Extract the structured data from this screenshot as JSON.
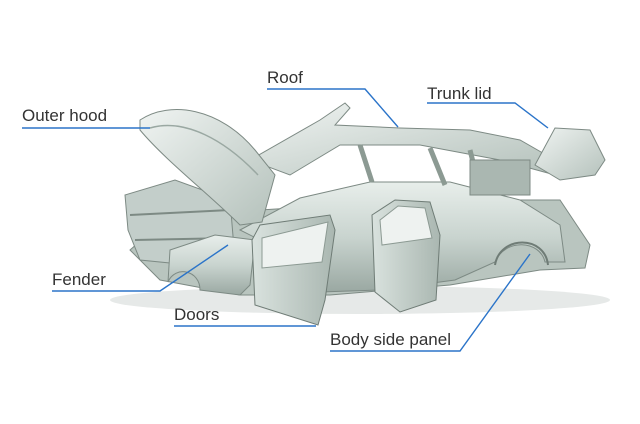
{
  "labels": {
    "roof": "Roof",
    "trunk_lid": "Trunk lid",
    "outer_hood": "Outer hood",
    "fender": "Fender",
    "doors": "Doors",
    "body_side_panel": "Body side panel"
  },
  "colors": {
    "leader_line": "#2b74c9",
    "body_metal": "#c9d4cf",
    "body_shadow": "#8c9a93",
    "label_text": "#333333"
  }
}
